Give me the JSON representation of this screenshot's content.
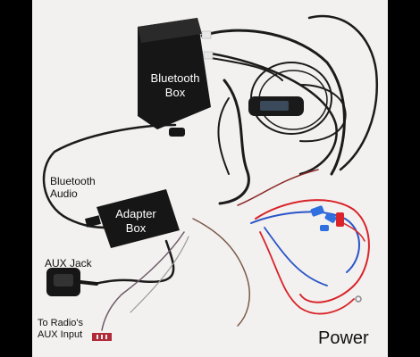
{
  "labels": {
    "bluetooth_box_line1": "Bluetooth",
    "bluetooth_box_line2": "Box",
    "bluetooth_audio_line1": "Bluetooth",
    "bluetooth_audio_line2": "Audio",
    "adapter_box_line1": "Adapter",
    "adapter_box_line2": "Box",
    "aux_jack": "AUX Jack",
    "to_radio_line1": "To Radio's",
    "to_radio_line2": "AUX Input",
    "power": "Power"
  },
  "colors": {
    "background": "#f3f1ef",
    "frame": "#000000",
    "device": "#161616",
    "cable_black": "#1b1b1b",
    "wire_red": "#d8242a",
    "wire_blue": "#2a55c8",
    "connector_blue": "#2f6fe0",
    "display_screen": "#3a4a5a"
  }
}
